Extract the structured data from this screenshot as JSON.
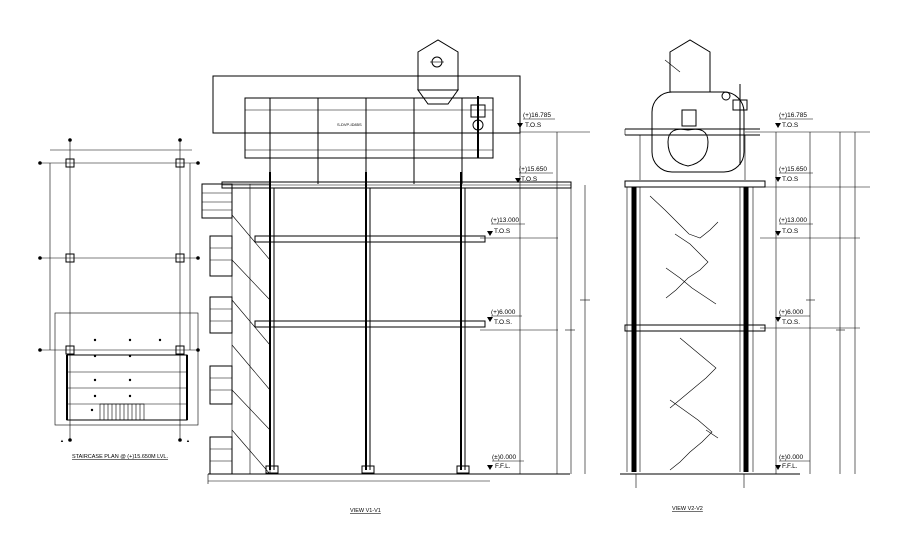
{
  "captions": {
    "plan": "STAIRCASE PLAN @ (+)15.650M LVL.",
    "view1": "VIEW V1-V1",
    "view2": "VIEW V2-V2"
  },
  "equipment_label": "S-DVP-ID85S",
  "view1_levels": [
    {
      "value": "(+)16.785",
      "note": "T.O.S"
    },
    {
      "value": "(+)15.650",
      "note": "T.O.S"
    },
    {
      "value": "(+)13.000",
      "note": "T.O.S"
    },
    {
      "value": "(+)6.000",
      "note": "T.O.S."
    },
    {
      "value": "(±)0.000",
      "note": "F.F.L."
    }
  ],
  "view2_levels": [
    {
      "value": "(+)16.785",
      "note": "T.O.S"
    },
    {
      "value": "(+)15.650",
      "note": "T.O.S"
    },
    {
      "value": "(+)13.000",
      "note": "T.O.S"
    },
    {
      "value": "(+)6.000",
      "note": "T.O.S."
    },
    {
      "value": "(±)0.000",
      "note": "F.F.L."
    }
  ]
}
